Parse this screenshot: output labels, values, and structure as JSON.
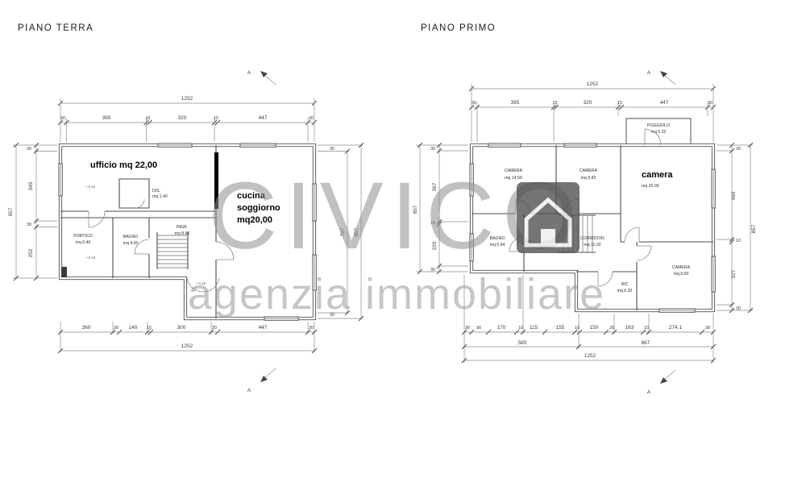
{
  "watermark": {
    "brand": "CIVICO",
    "tagline": "agenzia immobiliare",
    "color": "#8f8f8f",
    "logo": "house-logo"
  },
  "piano_terra": {
    "title": "PIANO TERRA",
    "section_marker": "A",
    "rooms": {
      "ufficio": {
        "label": "ufficio mq 22,00"
      },
      "dis": {
        "name": "DIS.",
        "area": "mq 1.40"
      },
      "cucina": {
        "line1": "cucina",
        "line2": "soggiorno",
        "line3": "mq20,00"
      },
      "portico": {
        "name": "PORTICO",
        "area": "mq 6.40"
      },
      "bagno": {
        "name": "BAGNO",
        "area": "mq 4.00"
      },
      "ingresso": {
        "name": "INGR.",
        "area": "mq 8.96"
      }
    },
    "levels": {
      "l1": "+ 0.12",
      "l2": "+ 0.16",
      "l3": "+ 0.16"
    },
    "dims": {
      "top_total": "1252",
      "top": [
        "30",
        "395",
        "15",
        "320",
        "15",
        "447",
        "30"
      ],
      "left_total": "657",
      "left": [
        "30",
        "345",
        "30",
        "252"
      ],
      "right_inner": "797",
      "right_total": "857",
      "right_caps": [
        "30",
        "30"
      ],
      "bottom": [
        "260",
        "30",
        "140",
        "15",
        "300",
        "30",
        "447",
        "30"
      ],
      "bottom_total": "1252"
    }
  },
  "piano_primo": {
    "title": "PIANO PRIMO",
    "section_marker": "A",
    "rooms": {
      "poggiolo": {
        "name": "POGGIOLO",
        "area": "mq 5.32"
      },
      "camera1": {
        "name": "CAMERA",
        "area": "mq 14.50"
      },
      "camera2": {
        "name": "CAMERA",
        "area": "mq 9.82"
      },
      "camera3": {
        "name": "camera",
        "area": "mq 20.00"
      },
      "bagno": {
        "name": "BAGNO",
        "area": "mq 5.94"
      },
      "corridoio": {
        "name": "CORRIDOIO",
        "area": "mq 11.02"
      },
      "wc": {
        "name": "WC",
        "area": "mq 6.30"
      },
      "camera4": {
        "name": "CAMERA",
        "area": "mq 9.60"
      }
    },
    "dims": {
      "top_total": "1252",
      "top": [
        "30",
        "395",
        "15",
        "320",
        "15",
        "447",
        "30"
      ],
      "left_total": "657",
      "left": [
        "30",
        "367",
        "10",
        "220",
        "30"
      ],
      "right_total": "857",
      "right": [
        "30",
        "460",
        "10",
        "327",
        "30"
      ],
      "bottom": [
        "30",
        "90",
        "170",
        "10",
        "115",
        "155",
        "10",
        "150",
        "30",
        "163",
        "10",
        "274.1",
        "30"
      ],
      "bottom_subtotals": [
        "585",
        "667"
      ],
      "bottom_total": "1252"
    }
  }
}
